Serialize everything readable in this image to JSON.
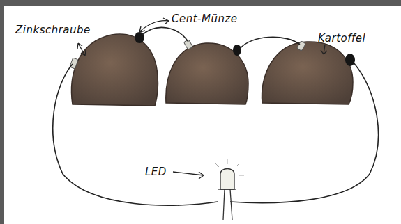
{
  "diagram": {
    "labels": [
      "Zinkschraube",
      "Cent-Münze",
      "Kartoffel",
      "LED"
    ]
  }
}
